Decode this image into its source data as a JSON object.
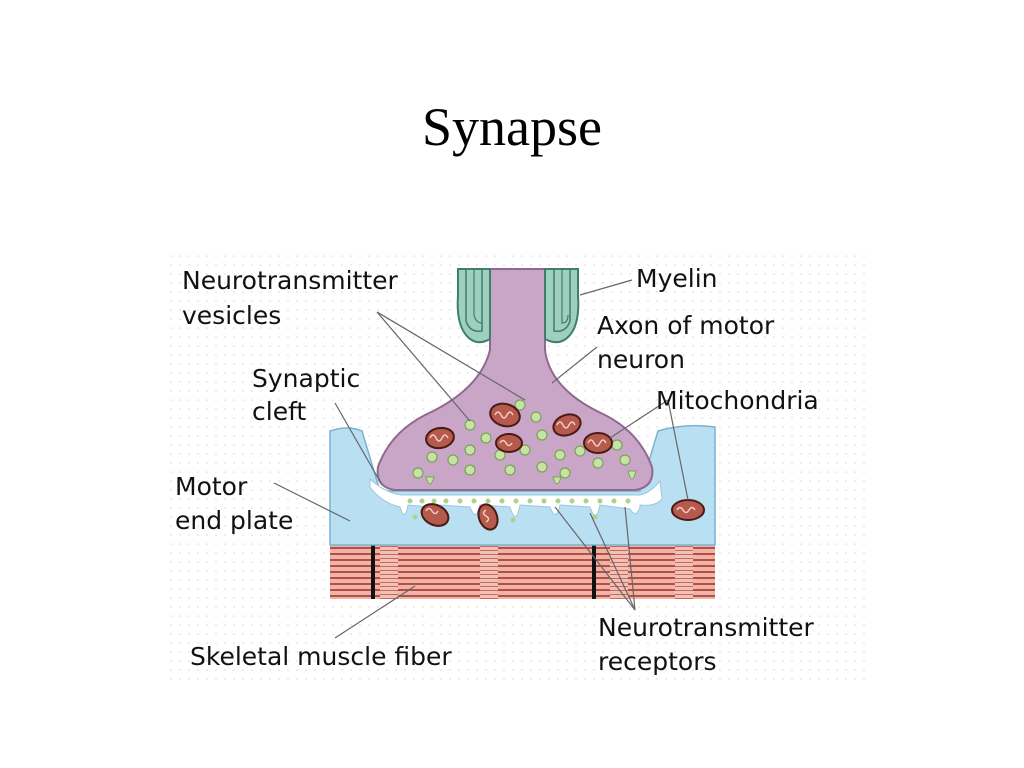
{
  "title": "Synapse",
  "labels": {
    "vesicles_line1": "Neurotransmitter",
    "vesicles_line2": "vesicles",
    "myelin": "Myelin",
    "axon_line1": "Axon of motor",
    "axon_line2": "neuron",
    "cleft_line1": "Synaptic",
    "cleft_line2": "cleft",
    "mito": "Mitochondria",
    "endplate_line1": "Motor",
    "endplate_line2": "end plate",
    "receptors_line1": "Neurotransmitter",
    "receptors_line2": "receptors",
    "muscle": "Skeletal muscle fiber"
  },
  "colors": {
    "axon": "#c9a6c7",
    "myelin": "#9fcfbf",
    "end_plate": "#b9dff2",
    "muscle_light": "#eeb3a6",
    "muscle_dark": "#b9544a",
    "mitochondria": "#b55a4c",
    "vesicles": "#c6e3a4"
  }
}
